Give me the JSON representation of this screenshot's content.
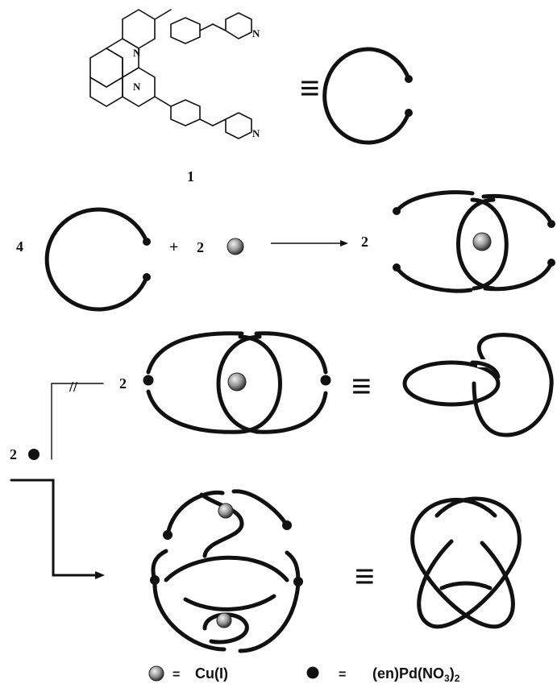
{
  "compound_number": "1",
  "n_atom": "N",
  "equivalence_symbol": "≡",
  "reaction1": {
    "left_coefficient": "4",
    "plus": "+",
    "metal_coefficient": "2",
    "product_coefficient": "2"
  },
  "reaction2": {
    "reagent_coefficient": "2",
    "blocked_product_coefficient": "2",
    "blocked_mark": "//"
  },
  "legend": {
    "cu_equals": "=",
    "cu_label": "Cu(I)",
    "pd_equals": "=",
    "pd_label_prefix": "(en)Pd(NO",
    "pd_label_sub3": "3",
    "pd_label_close": ")",
    "pd_label_sub2": "2"
  },
  "colors": {
    "ink": "#111111",
    "background": "#ffffff",
    "cu_highlight": "#e8e8e8",
    "cu_shadow": "#444444"
  }
}
